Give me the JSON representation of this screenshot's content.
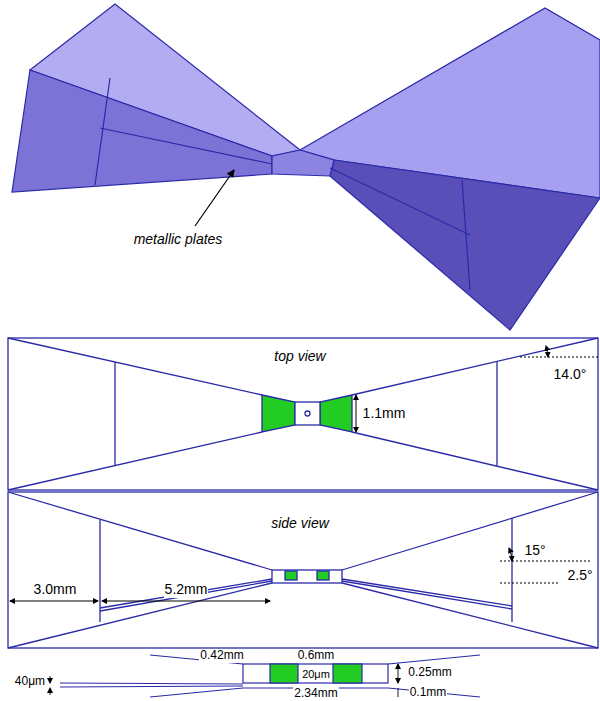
{
  "diagram": {
    "labels": [
      "metallic plates",
      "top view",
      "14.0°",
      "1.1mm",
      "side view",
      "15°",
      "2.5°",
      "3.0mm",
      "5.2mm",
      "0.42mm",
      "0.6mm",
      "20μm",
      "0.25mm",
      "40μm",
      "2.34mm",
      "0.1mm"
    ]
  }
}
